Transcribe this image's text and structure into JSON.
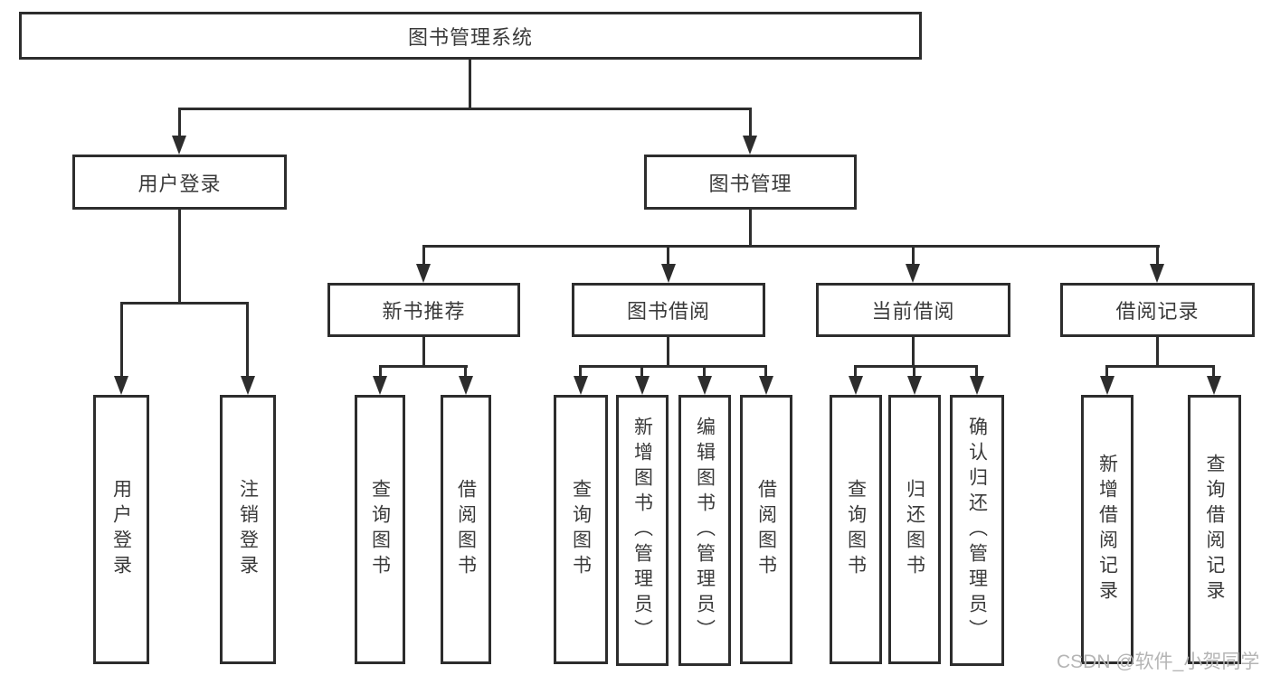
{
  "colors": {
    "line": "#2d2d2d",
    "text": "#3a3a3a",
    "background": "#ffffff",
    "watermark": "#b5b5b5"
  },
  "watermark": {
    "text": "CSDN @软件_小贺同学"
  },
  "tree": {
    "label": "图书管理系统",
    "children": [
      {
        "label": "用户登录",
        "children": [
          {
            "label": "用户登录"
          },
          {
            "label": "注销登录"
          }
        ]
      },
      {
        "label": "图书管理",
        "children": [
          {
            "label": "新书推荐",
            "children": [
              {
                "label": "查询图书"
              },
              {
                "label": "借阅图书"
              }
            ]
          },
          {
            "label": "图书借阅",
            "children": [
              {
                "label": "查询图书"
              },
              {
                "label": "新增图书（管理员）"
              },
              {
                "label": "编辑图书（管理员）"
              },
              {
                "label": "借阅图书"
              }
            ]
          },
          {
            "label": "当前借阅",
            "children": [
              {
                "label": "查询图书"
              },
              {
                "label": "归还图书"
              },
              {
                "label": "确认归还（管理员）"
              }
            ]
          },
          {
            "label": "借阅记录",
            "children": [
              {
                "label": "新增借阅记录"
              },
              {
                "label": "查询借阅记录"
              }
            ]
          }
        ]
      }
    ]
  }
}
